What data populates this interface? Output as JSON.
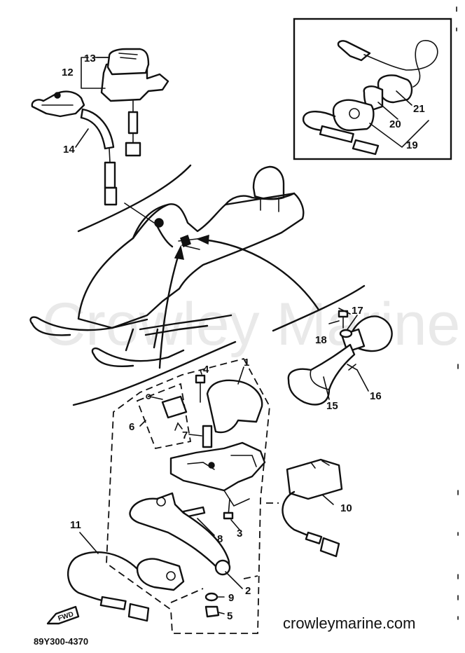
{
  "watermark": "Crowley Marine",
  "site_url": "crowleymarine.com",
  "diagram_code": "89Y300-4370",
  "fwd_label": "FWD",
  "callouts": [
    "1",
    "2",
    "3",
    "4",
    "5",
    "6",
    "7",
    "8",
    "9",
    "10",
    "11",
    "12",
    "13",
    "14",
    "15",
    "16",
    "17",
    "18",
    "19",
    "20",
    "21"
  ]
}
